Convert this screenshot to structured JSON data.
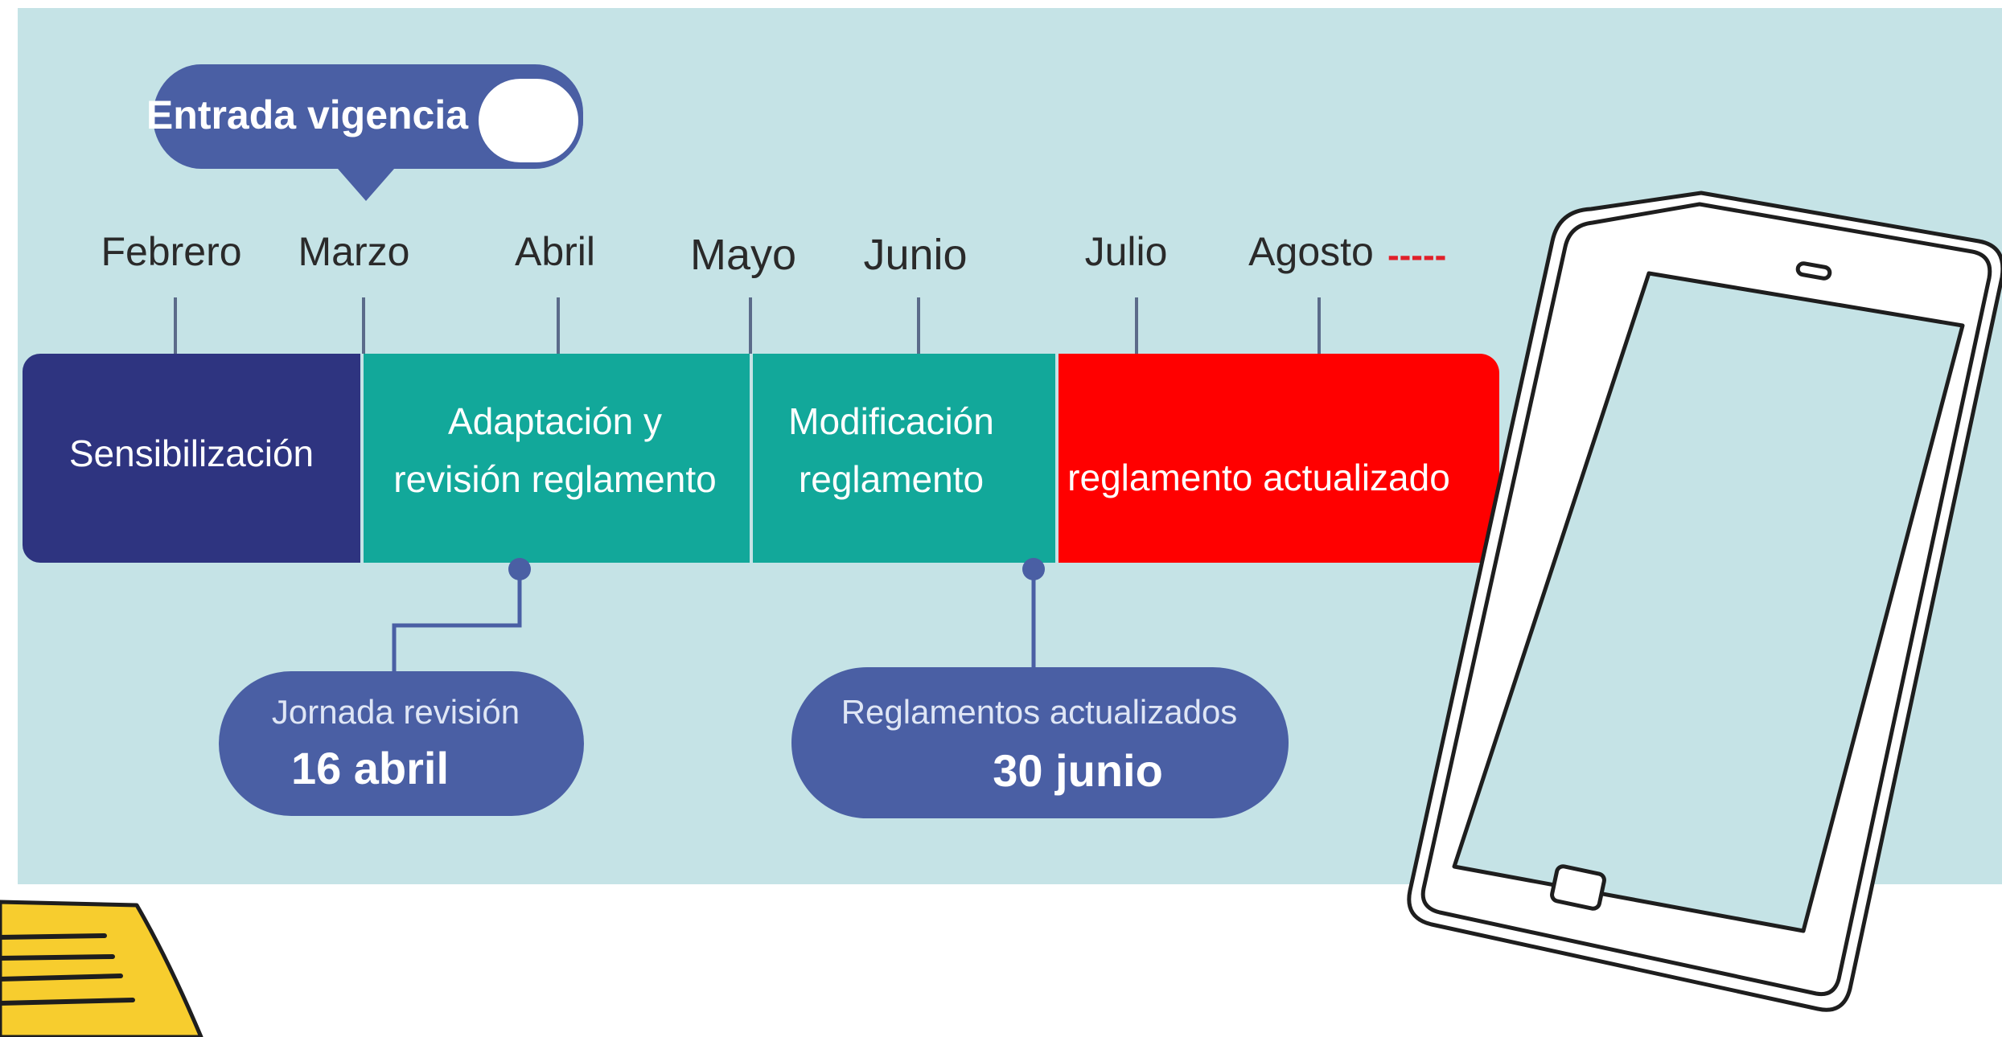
{
  "colors": {
    "background_panel": "#c5e3e6",
    "navy": "#2e3480",
    "teal": "#12a89a",
    "red": "#ff0000",
    "bubble_blue": "#4a5fa4",
    "dotted_red": "#e0202a",
    "note_yellow": "#f7cd2e"
  },
  "entry_badge": {
    "label": "Entrada vigencia"
  },
  "months": [
    "Febrero",
    "Marzo",
    "Abril",
    "Mayo",
    "Junio",
    "Julio",
    "Agosto"
  ],
  "continuation_marker": "-----",
  "phases": [
    {
      "label_line1": "Sensibilización",
      "label_line2": "",
      "color": "navy"
    },
    {
      "label_line1": "Adaptación y",
      "label_line2": "revisión reglamento",
      "color": "teal"
    },
    {
      "label_line1": "Modificación",
      "label_line2": "reglamento",
      "color": "teal"
    },
    {
      "label_line1": "reglamento actualizado",
      "label_line2": "",
      "color": "red"
    }
  ],
  "milestones": [
    {
      "caption": "Jornada revisión",
      "date": "16 abril"
    },
    {
      "caption": "Reglamentos actualizados",
      "date": "30 junio"
    }
  ],
  "decorations": {
    "tablet_icon": "tablet-icon",
    "document_icon": "document-icon"
  }
}
